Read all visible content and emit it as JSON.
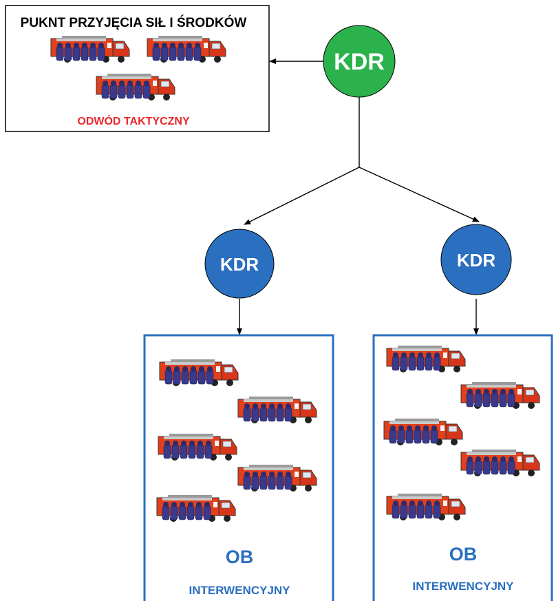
{
  "reserve_box": {
    "title": "PUKNT PRZYJĘCIA SIŁ I ŚRODKÓW",
    "subtitle": "ODWÓD TAKTYCZNY",
    "subtitle_color": "#e8262b"
  },
  "nodes": {
    "top": {
      "label": "KDR",
      "color": "#2bb24c"
    },
    "left": {
      "label": "KDR",
      "color": "#2a6fc0"
    },
    "right": {
      "label": "KDR",
      "color": "#2a6fc0"
    }
  },
  "sections": [
    {
      "title": "OB",
      "subtitle": "INTERWENCYJNY",
      "color": "#2a6fc0"
    },
    {
      "title": "OB",
      "subtitle": "INTERWENCYJNY",
      "color": "#2a6fc0"
    }
  ],
  "icons": {
    "vehicle": "fire-truck-with-crew-icon"
  }
}
